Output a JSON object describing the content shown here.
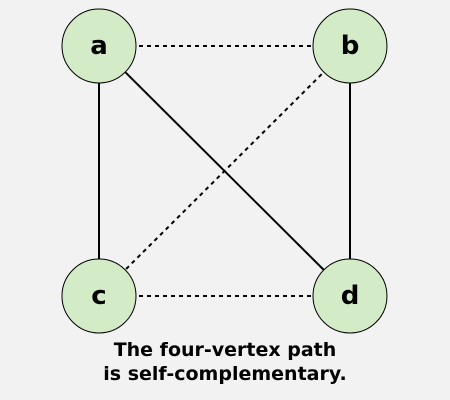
{
  "diagram": {
    "vertices": [
      {
        "id": "a",
        "label": "a"
      },
      {
        "id": "b",
        "label": "b"
      },
      {
        "id": "c",
        "label": "c"
      },
      {
        "id": "d",
        "label": "d"
      }
    ],
    "edges": [
      {
        "from": "a",
        "to": "c",
        "style": "solid"
      },
      {
        "from": "a",
        "to": "d",
        "style": "solid"
      },
      {
        "from": "b",
        "to": "d",
        "style": "solid"
      },
      {
        "from": "a",
        "to": "b",
        "style": "dashed"
      },
      {
        "from": "b",
        "to": "c",
        "style": "dashed"
      },
      {
        "from": "c",
        "to": "d",
        "style": "dashed"
      }
    ],
    "colors": {
      "node_fill": "#d3ebc6",
      "node_stroke": "#000000",
      "edge": "#000000",
      "background": "#f2f2f2"
    }
  },
  "caption": {
    "line1": "The four-vertex path",
    "line2": "is self-complementary."
  }
}
